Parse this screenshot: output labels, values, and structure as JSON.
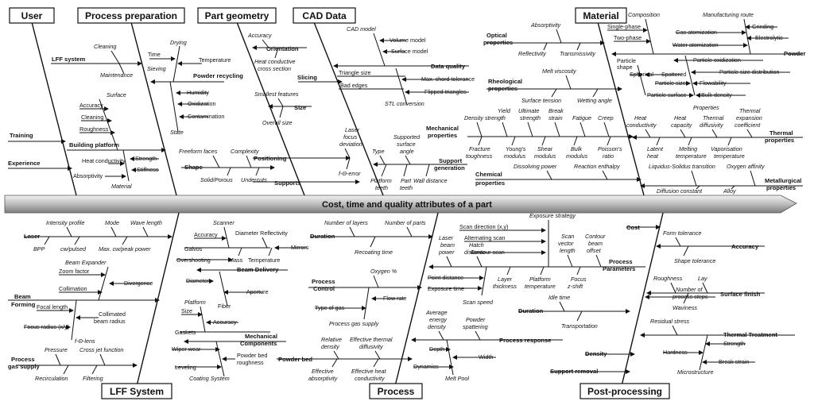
{
  "spine": {
    "label": "Cost, time and quality attributes of a part"
  },
  "top_categories": {
    "user": "User",
    "process_preparation": "Process preparation",
    "part_geometry": "Part geometry",
    "cad_data": "CAD Data",
    "material": "Material"
  },
  "bottom_categories": {
    "lff_system": "LFF System",
    "process": "Process",
    "post_processing": "Post-processing"
  },
  "user": {
    "training": "Training",
    "experience": "Experience"
  },
  "process_preparation": {
    "lff_system": "LFF system",
    "cleaning": "Cleaning",
    "maintenance": "Maintenance",
    "building_platform": "Building platform",
    "surface": "Surface",
    "accuracy": "Accuracy",
    "cleaning2": "Cleaning",
    "roughness": "Roughness",
    "heat_conductivity": "Heat conductivity",
    "absorptivity": "Absorptivity",
    "material": "Material",
    "strength": "Strength",
    "stiffness": "Stiffness",
    "powder_recycling": "Powder recycling",
    "drying": "Drying",
    "time": "Time",
    "temperature": "Temperature",
    "sieving": "Sieving",
    "humidity": "Humidity",
    "oxidization": "Oxidization",
    "contamination": "Contamination",
    "state": "State"
  },
  "part_geometry": {
    "accuracy": "Accuracy",
    "orientation": "Orientation",
    "heat_conductive": "Heat conductive",
    "cross_section": "cross section",
    "smallest_features": "Smallest features",
    "size": "Size",
    "overall_size": "Overall size",
    "freeform_faces": "Freeform faces",
    "complexity": "Complexity",
    "shape": "Shape",
    "solid_porous": "Solid/Porous",
    "undercuts": "Undercuts"
  },
  "cad_data": {
    "cad_model": "CAD model",
    "volume_model": "Volume model",
    "surface_model": "Surface model",
    "data_quality": "Data quality",
    "slicing": "Slicing",
    "triangle_size": "Triangle size",
    "max_chord": "Max. chord tolerance",
    "bad_edges": "Bad edges",
    "flipped_triangles": "Flipped triangles",
    "stl_conversion": "STL conversion",
    "positioning": "Positioning",
    "laser_focus": "Laser",
    "laser_focus2": "focus",
    "laser_focus3": "deviation",
    "f_theta_error": "f-Θ-error",
    "supports": "Supports",
    "type": "Type",
    "supported": "Supported",
    "surface": "surface",
    "angle": "angle",
    "support_generation": "Support",
    "support_generation2": "generation",
    "platform": "Platform",
    "teeth": "teeth",
    "part": "Part",
    "teeth2": "teeth",
    "wall_distance": "Wall distance"
  },
  "material": {
    "optical_properties": "Optical",
    "optical_properties2": "properties",
    "absorptivity": "Absorptivity",
    "reflectivity": "Reflectivity",
    "transmissivity": "Transmissivity",
    "composition": "Composition",
    "single_phase": "Single-phase",
    "two_phase": "Two-phase",
    "manufacturing_route": "Manufacturing route",
    "grinding": "Grinding",
    "gas_atomization": "Gas atomization",
    "electrolytic": "Electrolytic",
    "water_atomization": "Water atomization",
    "powder": "Powder",
    "particle_shape": "Particle",
    "particle_shape2": "shape",
    "particle_oxidization": "Particle oxidization",
    "spherical": "Spherical",
    "spattered": "Spattered",
    "particle_size_distribution": "Particle size distribution",
    "particle_size": "Particle size",
    "flowability": "Flowability",
    "particle_surface": "Particle surface",
    "bulk_density": "Bulk density",
    "rheological_properties": "Rheological",
    "rheological_properties2": "properties",
    "melt_viscosity": "Melt viscosity",
    "surface_tension": "Surface tension",
    "wetting_angle": "Wetting angle",
    "mechanical_properties": "Mechanical",
    "mechanical_properties2": "properties",
    "yield": "Yield",
    "density_strength": "Density strength",
    "ultimate": "Ultimate",
    "strength": "strength",
    "break": "Break",
    "strain": "strain",
    "fatigue": "Fatigue",
    "creep": "Creep",
    "fracture": "Fracture",
    "toughness": "toughness",
    "youngs": "Young's",
    "modulus": "modulus",
    "shear": "Shear",
    "modulus2": "modulus",
    "bulk": "Bulk",
    "modulus3": "modulus",
    "poissons": "Poisson's",
    "ratio": "ratio",
    "heat": "Heat",
    "conductivity": "conductivity",
    "heat2": "Heat",
    "capacity": "capacity",
    "properties": "Properties",
    "thermal": "Thermal",
    "diffusivity": "diffusivity",
    "thermal2": "Thermal",
    "expansion": "expansion",
    "coefficient": "coefficient",
    "thermal_properties": "Thermal",
    "thermal_properties2": "properties",
    "latent": "Latent",
    "heat3": "heat",
    "melting": "Melting",
    "temperature": "temperature",
    "vaporisation": "Vaporisation",
    "temperature2": "temperature",
    "chemical_properties": "Chemical",
    "chemical_properties2": "properties",
    "dissolving_power": "Dissolving power",
    "reaction_enthalpy": "Reaction enthalpy",
    "liquidus_solidus": "Liquidus-Solidus transition",
    "oxygen_affinity": "Oxygen affinity",
    "metallurgical_properties": "Metallurgical",
    "metallurgical_properties2": "properties",
    "diffusion_constant": "Diffusion constant",
    "alloy": "Alloy"
  },
  "lff_system": {
    "laser": "Laser",
    "intensity_profile": "Intensity profile",
    "mode": "Mode",
    "wave_length": "Wave length",
    "bpp": "BPP",
    "cw_pulsed": "cw/pulsed",
    "max_cw_peak_power": "Max. cw/peak power",
    "beam_forming": "Beam",
    "beam_forming2": "Forming",
    "beam_expander": "Beam Expander",
    "zoom_factor": "Zoom factor",
    "divergence": "Divergence",
    "collimation": "Collimation",
    "focal_length": "Focal length",
    "collimated": "Collimated",
    "beam_radius": "beam radius",
    "focus_radius": "Focus radius (x/y)",
    "f_theta_lens": "f-Θ-lens",
    "process_gas_supply": "Process",
    "process_gas_supply2": "gas supply",
    "pressure": "Pressure",
    "cross_jet_function": "Cross jet function",
    "recirculation": "Recirculation",
    "filtering": "Filtering",
    "scanner": "Scanner",
    "accuracy": "Accuracy",
    "diameter_reflectivity": "Diameter Reflectivity",
    "galvos": "Galvos",
    "mirrors": "Mirrors",
    "overshooting": "Overshooting",
    "mass": "Mass",
    "temperature": "Temperature",
    "beam_delivery": "Beam Delivery",
    "diameter": "Diameter",
    "aperture": "Aperture",
    "fiber": "Fiber",
    "platform": "Platform",
    "size": "Size",
    "accuracy2": "Accuracy",
    "gaskets": "Gaskets",
    "mechanical_components": "Mechanical",
    "mechanical_components2": "Components",
    "wiper_wear": "Wiper wear",
    "powder_bed": "Powder bed",
    "roughness": "roughness",
    "leveling": "Leveling",
    "coating_system": "Coating System"
  },
  "process": {
    "number_of_layers": "Number of layers",
    "number_of_parts": "Number of parts",
    "duration": "Duration",
    "recoating_time": "Recoating time",
    "process_control": "Process",
    "process_control2": "Control",
    "oxygen": "Oxygen %",
    "flow_rate": "Flow rate",
    "type_of_gas": "Type of gas",
    "process_gas_supply": "Process gas supply",
    "powder_bed": "Powder bed",
    "relative": "Relative",
    "density": "density",
    "effective_thermal": "Effective thermal",
    "diffusivity": "diffusivity",
    "effective": "Effective",
    "absorptivity": "absorptivity",
    "effective_heat": "Effective heat",
    "conductivity": "conductivity",
    "exposure_strategy": "Exposure strategy",
    "scan_direction": "Scan direction (x,y)",
    "alternating_scan": "Alternating scan",
    "contour_scan": "Contour scan",
    "laser": "Laser",
    "beam": "beam",
    "power": "power",
    "hatch": "Hatch",
    "distance": "distance",
    "scan": "Scan",
    "vector": "vector",
    "length": "length",
    "contour": "Contour",
    "beam2": "beam",
    "offset": "offset",
    "process_parameters": "Process",
    "process_parameters2": "Parameters",
    "point_distance": "Point distance",
    "exposure_time": "Exposure time",
    "layer": "Layer",
    "thickness": "thickness",
    "platform": "Platform",
    "temperature": "temperature",
    "focus": "Focus",
    "z_shift": "z-shift",
    "scan_speed": "Scan speed",
    "idle_time": "Idle time",
    "duration2": "Duration",
    "transportation": "Transportation",
    "average": "Average",
    "energy": "energy",
    "density2": "density",
    "powder": "Powder",
    "spattering": "spattering",
    "process_response": "Process response",
    "depth": "Depth",
    "width": "Width",
    "dynamics": "Dynamics",
    "melt_pool": "Melt Pool"
  },
  "post_processing": {
    "cost": "Cost",
    "form_tolerance": "Form tolerance",
    "accuracy": "Accuracy",
    "shape_tolerance": "Shape tolerance",
    "number_of": "Number of",
    "process_steps": "process steps",
    "roughness": "Roughness",
    "lay": "Lay",
    "surface_finish": "Surface finish",
    "waviness": "Waviness",
    "residual_stress": "Residual stress",
    "thermal_treatment": "Thermal Treatment",
    "strength": "Strength",
    "hardness": "Hardness",
    "break_strain": "Break strain",
    "density": "Density",
    "microstructure": "Microstructure",
    "support_removal": "Support removal"
  },
  "colors": {
    "spine_light": "#dcdcdc",
    "spine_dark": "#7a7a7a",
    "ink": "#111111"
  }
}
